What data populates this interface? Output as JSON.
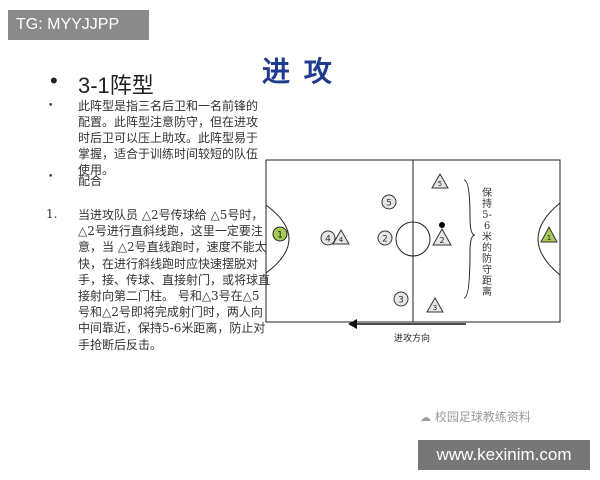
{
  "watermark_top": "TG: MYYJJPP",
  "title": "进 攻",
  "heading": "3-1阵型",
  "description": "此阵型是指三名后卫和一名前锋的配置。此阵型注意防守，但在进攻时后卫可以压上助攻。此阵型易于掌握，适合于训练时间较短的队伍使用。",
  "subheading": "配合",
  "item_number": "1.",
  "paragraph": "当进攻队员 △2号传球给 △5号时，△2号进行直斜线跑，这里一定要注意，当 △2号直线跑时，速度不能太快，在进行斜线跑时应快速摆脱对手，接、传球、直接射门，或将球直接射向第二门柱。 号和△3号在△5号和△2号即将完成射门时，两人向中间靠近，保持5-6米距离，防止对手抢断后反击。",
  "diagram": {
    "side_label": "保持5-6米的防守距离",
    "direction_label": "进攻方向",
    "players_circle": [
      {
        "num": "1",
        "color": "#a7c957"
      },
      {
        "num": "2"
      },
      {
        "num": "3"
      },
      {
        "num": "4"
      },
      {
        "num": "5"
      }
    ],
    "players_triangle": [
      {
        "num": "1",
        "color": "#a7c957"
      },
      {
        "num": "2"
      },
      {
        "num": "3"
      },
      {
        "num": "4"
      },
      {
        "num": "5"
      }
    ]
  },
  "watermark_brand": "校园足球教练资料",
  "watermark_url": "www.kexinim.com"
}
